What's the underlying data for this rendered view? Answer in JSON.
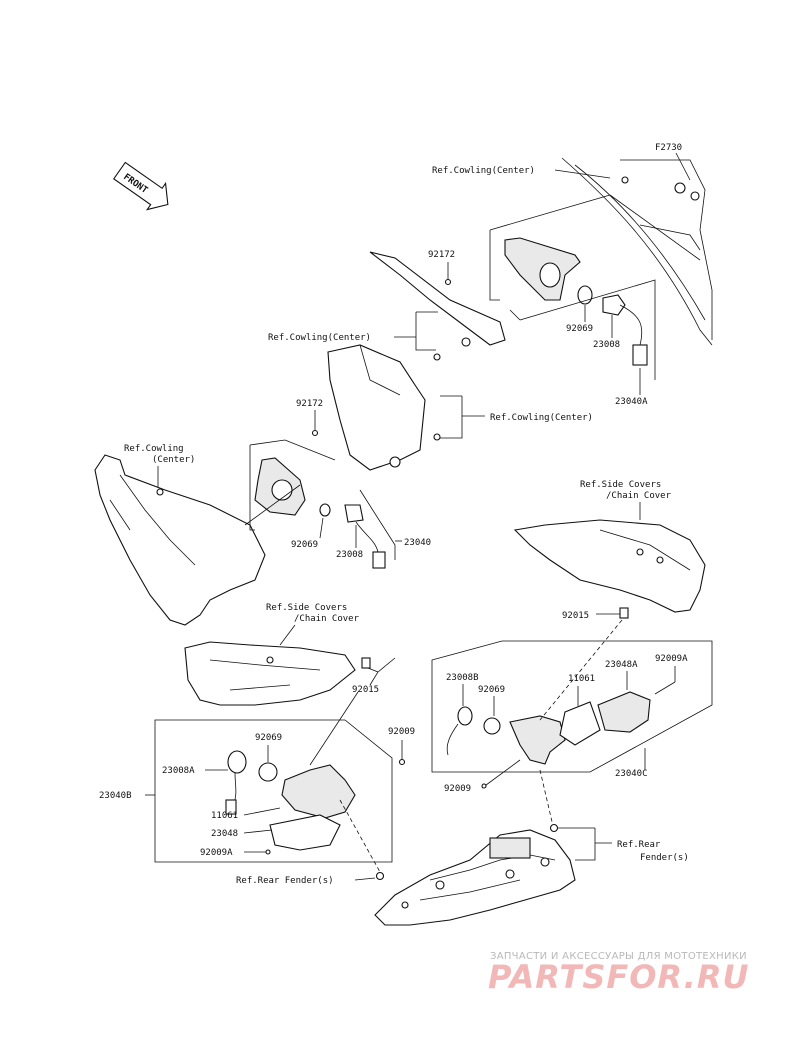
{
  "diagram": {
    "front_arrow": "FRONT",
    "page_code": "F2730",
    "labels": {
      "ref_cowling_center_top": "Ref.Cowling(Center)",
      "ref_cowling_center_mid": "Ref.Cowling(Center)",
      "ref_cowling_center_right": "Ref.Cowling(Center)",
      "ref_cowling_line1": "Ref.Cowling",
      "ref_cowling_line2": "(Center)",
      "p92172_a": "92172",
      "p92172_b": "92172",
      "p92069_a": "92069",
      "p23008_a": "23008",
      "p23040a": "23040A",
      "p92069_b": "92069",
      "p23008_b": "23008",
      "p23040": "23040",
      "ref_side_covers_right_1": "Ref.Side Covers",
      "ref_side_covers_right_2": "/Chain Cover",
      "ref_side_covers_left_1": "Ref.Side Covers",
      "ref_side_covers_left_2": "/Chain Cover",
      "p92015_a": "92015",
      "p92015_b": "92015",
      "p23008b": "23008B",
      "p92069_c": "92069",
      "p11061_a": "11061",
      "p23048a": "23048A",
      "p92009a_a": "92009A",
      "p92009_a": "92009",
      "p23040c": "23040C",
      "p92069_d": "92069",
      "p23008a": "23008A",
      "p92009_b": "92009",
      "p23040b": "23040B",
      "p11061_b": "11061",
      "p23048": "23048",
      "p92009a_b": "92009A",
      "ref_rear_fender_left": "Ref.Rear Fender(s)",
      "ref_rear_1": "Ref.Rear",
      "ref_rear_2": "Fender(s)"
    }
  },
  "watermark": {
    "tagline": "ЗАПЧАСТИ И АКСЕССУАРЫ ДЛЯ МОТОТЕХНИКИ",
    "logo": "PARTSFOR.RU"
  }
}
